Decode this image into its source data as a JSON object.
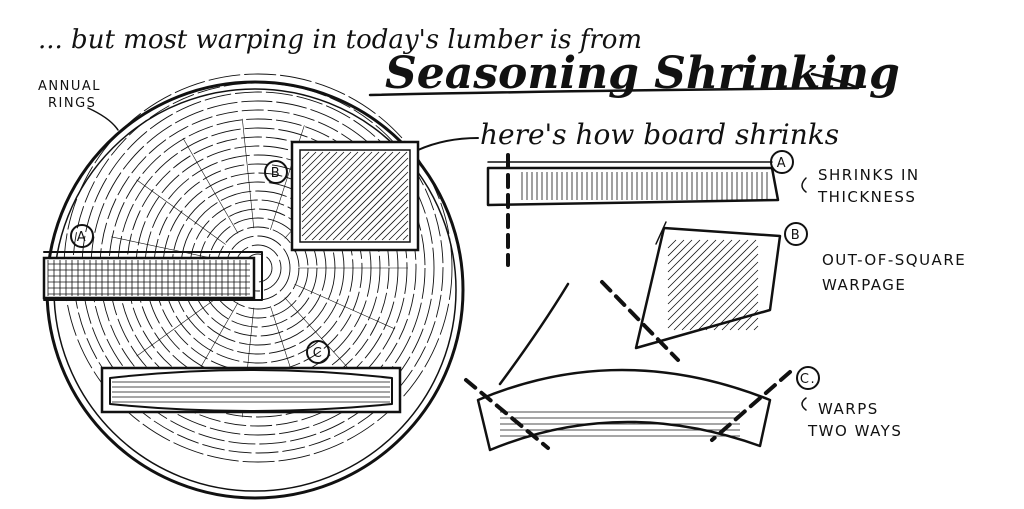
{
  "header": {
    "line1": "... but most warping in today's lumber is from",
    "title": "Seasoning Shrinking"
  },
  "log_labels": {
    "annual_rings": [
      "ANNUAL",
      "RINGS"
    ],
    "marker_a": "A",
    "marker_b": "B",
    "marker_c": "C"
  },
  "shrink_panel": {
    "heading": "here's how board shrinks",
    "a": {
      "marker": "A",
      "caption": [
        "SHRINKS IN",
        "THICKNESS"
      ]
    },
    "b": {
      "marker": "B",
      "caption": [
        "OUT-OF-SQUARE",
        "WARPAGE"
      ]
    },
    "c": {
      "marker": "C.",
      "caption": [
        "WARPS",
        "TWO WAYS"
      ]
    }
  },
  "colors": {
    "ink": "#111111",
    "paper": "#ffffff"
  }
}
